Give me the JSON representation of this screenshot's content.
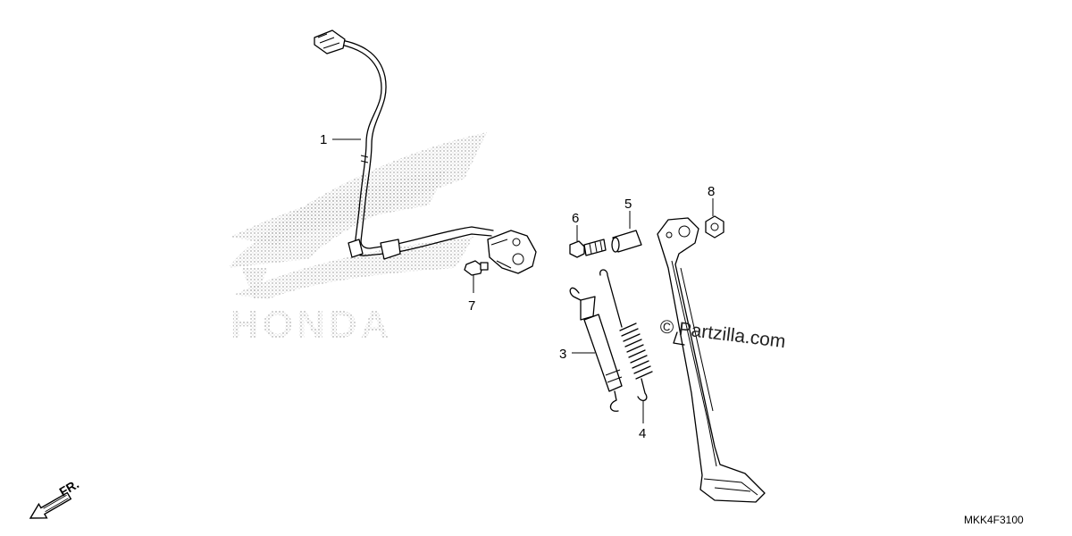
{
  "diagram": {
    "callouts": [
      "1",
      "3",
      "4",
      "5",
      "6",
      "7",
      "8"
    ],
    "watermark": "© Partzilla.com",
    "direction_label": "FR.",
    "diagram_code": "MKK4F3100",
    "logo_text": "HONDA"
  }
}
